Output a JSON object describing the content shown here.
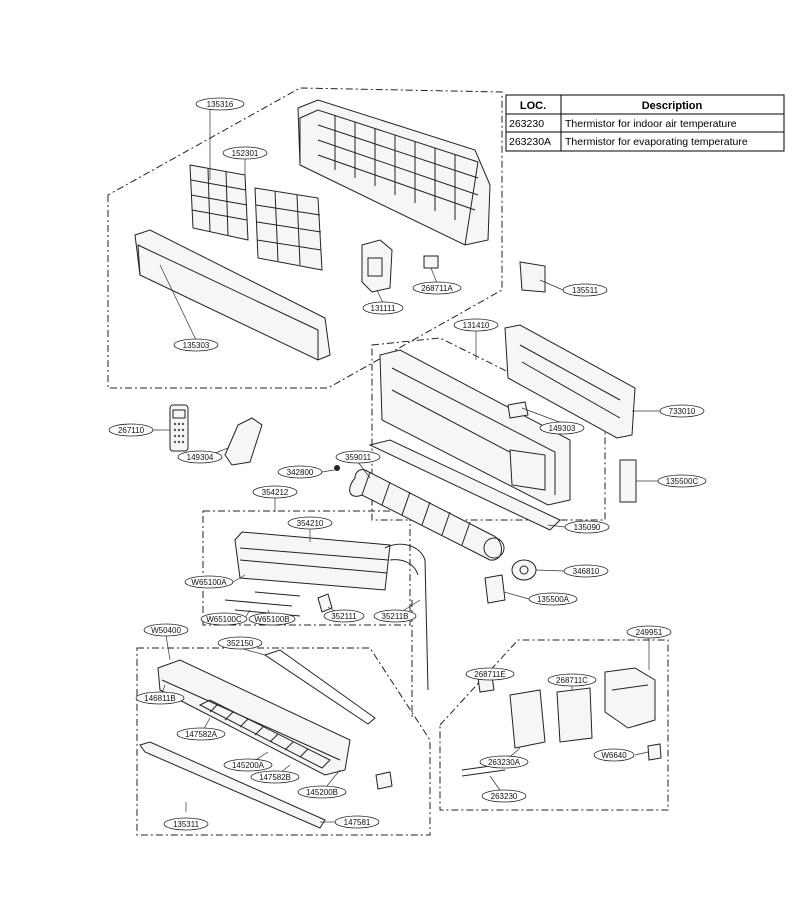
{
  "table": {
    "headers": [
      "LOC.",
      "Description"
    ],
    "rows": [
      [
        "263230",
        "Thermistor for indoor air temperature"
      ],
      [
        "263230A",
        "Thermistor for evaporating temperature"
      ]
    ]
  },
  "part_labels": {
    "p135316": "135316",
    "p152301": "152301",
    "p135303": "135303",
    "p131111": "131111",
    "p268711A": "268711A",
    "p135511": "135511",
    "p131410": "131410",
    "p733010": "733010",
    "p149303": "149303",
    "p267110": "267110",
    "p149304": "149304",
    "p359011": "359011",
    "p342800": "342800",
    "p135500C": "135500C",
    "p135090": "135090",
    "p354212": "354212",
    "p354210": "354210",
    "pW65100A": "W65100A",
    "pW65100C": "W65100C",
    "pW65100B": "W65100B",
    "p352111": "352111",
    "p35211B": "35211B",
    "p346810": "346810",
    "p135500A": "135500A",
    "pW50400": "W50400",
    "p352150": "352150",
    "p146811B": "146811B",
    "p147582A": "147582A",
    "p145200A": "145200A",
    "p147582B": "147582B",
    "p145200B": "145200B",
    "p135311": "135311",
    "p147581": "147581",
    "p249951": "249951",
    "p268711E": "268711E",
    "p268711C": "268711C",
    "p263230A": "263230A",
    "p263230": "263230",
    "pW6640": "W6640"
  }
}
